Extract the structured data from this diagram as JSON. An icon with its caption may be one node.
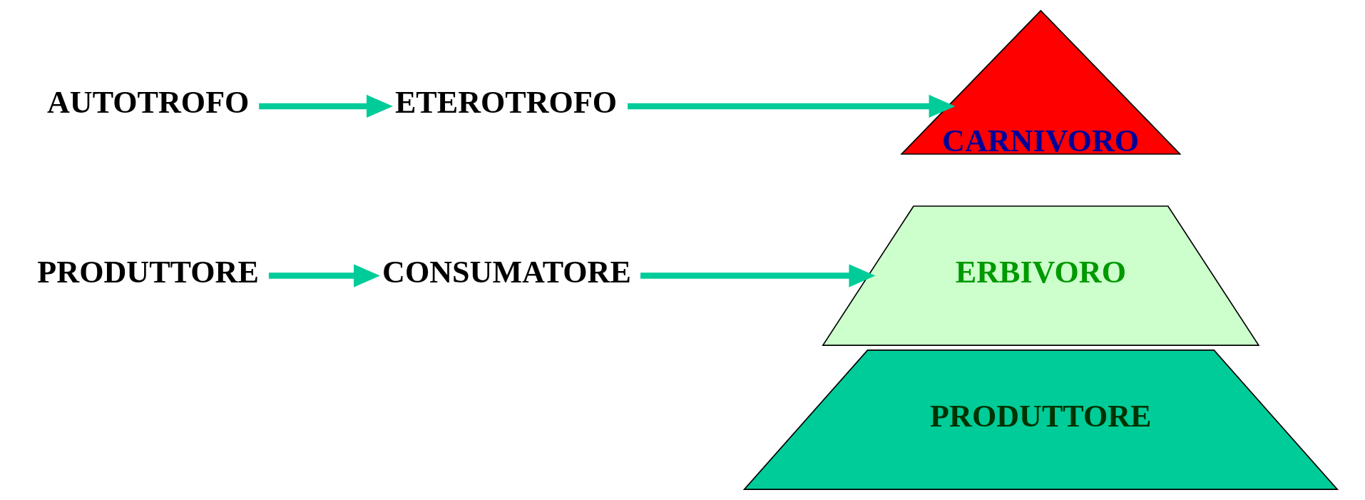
{
  "diagram": {
    "nodes": [
      {
        "text": [
          "AUTOTROFO"
        ]
      },
      {
        "text": [
          "ETEROTROFO"
        ]
      },
      {
        "text": [
          "PRODUTTORE"
        ]
      },
      {
        "text": [
          "CONSUMATORE"
        ]
      },
      {
        "text": [
          "CARNIVORO"
        ]
      },
      {
        "text": [
          "ERBIVORO"
        ]
      },
      {
        "text": [
          "PRODUTTORE"
        ]
      }
    ],
    "edges": [
      {
        "from": 0,
        "to": 1,
        "arrow": "to"
      },
      {
        "from": 1,
        "to": 4,
        "arrow": "to"
      },
      {
        "from": 2,
        "to": 3,
        "arrow": "to"
      },
      {
        "from": 3,
        "to": 5,
        "arrow": "to"
      }
    ]
  }
}
